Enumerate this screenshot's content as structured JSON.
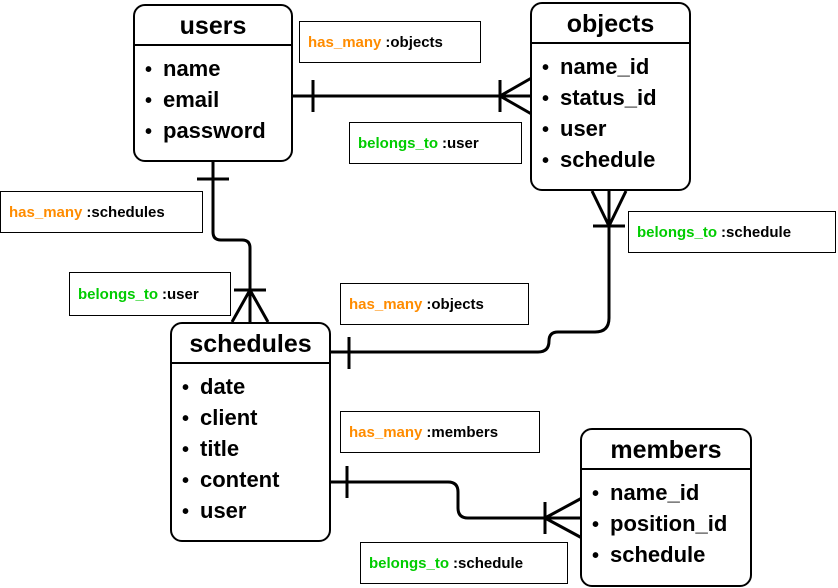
{
  "colors": {
    "has_many": "#FF8C00",
    "belongs_to": "#00CC00",
    "line": "#000000"
  },
  "entities": {
    "users": {
      "title": "users",
      "attrs": [
        "name",
        "email",
        "password"
      ]
    },
    "objects": {
      "title": "objects",
      "attrs": [
        "name_id",
        "status_id",
        "user",
        "schedule"
      ]
    },
    "schedules": {
      "title": "schedules",
      "attrs": [
        "date",
        "client",
        "title",
        "content",
        "user"
      ]
    },
    "members": {
      "title": "members",
      "attrs": [
        "name_id",
        "position_id",
        "schedule"
      ]
    }
  },
  "labels": {
    "users_has_many_objects": {
      "kw": "has_many",
      "target": ":objects"
    },
    "objects_belongs_to_user": {
      "kw": "belongs_to",
      "target": ":user"
    },
    "users_has_many_schedules": {
      "kw": "has_many",
      "target": ":schedules"
    },
    "schedules_belongs_to_user": {
      "kw": "belongs_to",
      "target": ":user"
    },
    "objects_belongs_to_schedule": {
      "kw": "belongs_to",
      "target": ":schedule"
    },
    "schedules_has_many_objects": {
      "kw": "has_many",
      "target": ":objects"
    },
    "schedules_has_many_members": {
      "kw": "has_many",
      "target": ":members"
    },
    "members_belongs_to_schedule": {
      "kw": "belongs_to",
      "target": ":schedule"
    }
  }
}
